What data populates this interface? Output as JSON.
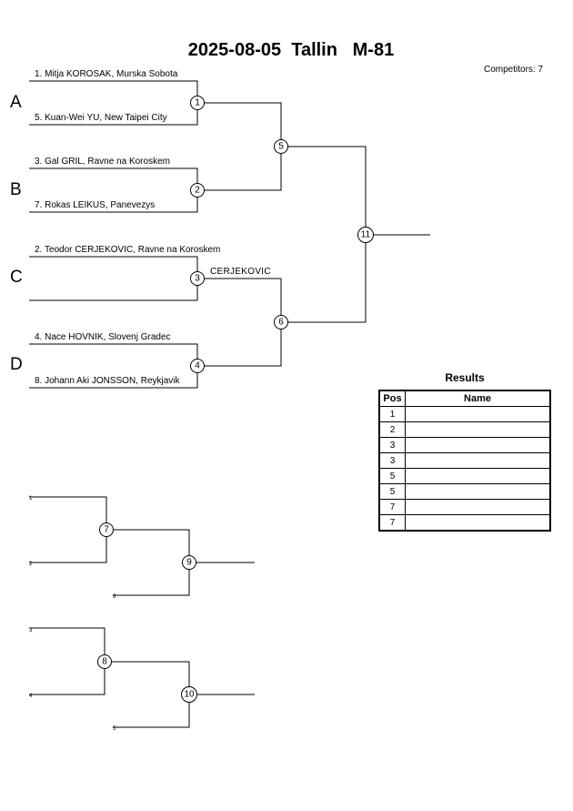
{
  "header": {
    "title": "2025-08-05  Tallin   M-81",
    "competitors": "Competitors: 7"
  },
  "pools": [
    "A",
    "B",
    "C",
    "D"
  ],
  "athletes": [
    "1. Mitja KOROSAK, Murska Sobota",
    "5. Kuan-Wei YU, New Taipei City",
    "3. Gal GRIL, Ravne na Koroskem",
    "7. Rokas LEIKUS, Panevezys",
    "2. Teodor CERJEKOVIC, Ravne na Koroskem",
    "4. Nace HOVNIK, Slovenj Gradec",
    "8. Johann Aki JONSSON, Reykjavik"
  ],
  "match_winner_label": "CERJEKOVIC",
  "match_numbers": [
    "1",
    "2",
    "3",
    "4",
    "5",
    "6",
    "7",
    "8",
    "9",
    "10",
    "11"
  ],
  "repechage_labels": [
    "1",
    "2",
    "6",
    "3",
    "4",
    "5"
  ],
  "results": {
    "title": "Results",
    "col_pos": "Pos",
    "col_name": "Name",
    "rows": [
      {
        "pos": "1",
        "name": ""
      },
      {
        "pos": "2",
        "name": ""
      },
      {
        "pos": "3",
        "name": ""
      },
      {
        "pos": "3",
        "name": ""
      },
      {
        "pos": "5",
        "name": ""
      },
      {
        "pos": "5",
        "name": ""
      },
      {
        "pos": "7",
        "name": ""
      },
      {
        "pos": "7",
        "name": ""
      }
    ]
  }
}
